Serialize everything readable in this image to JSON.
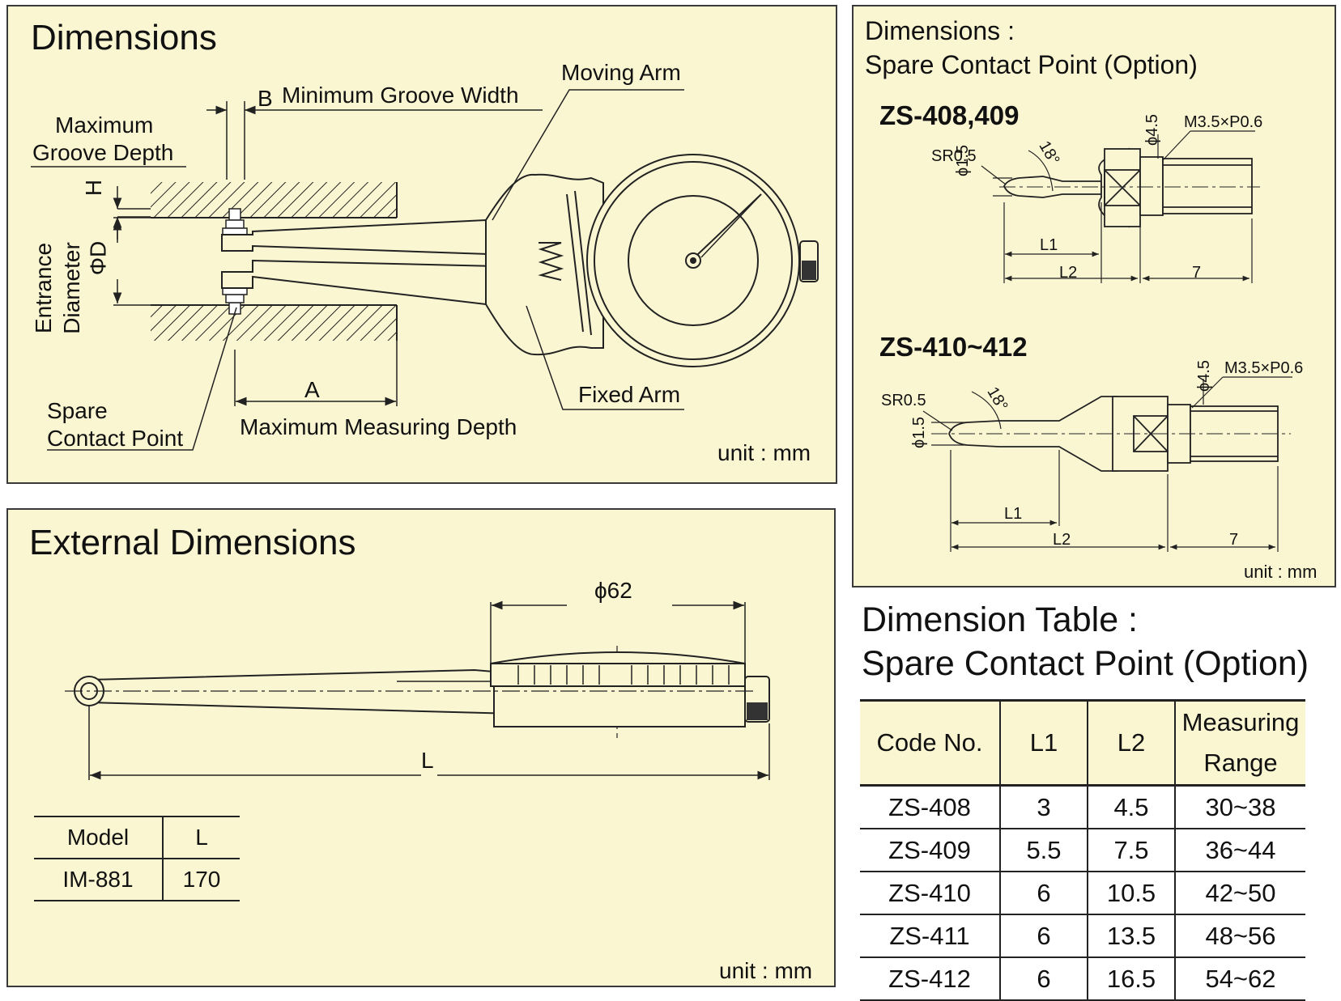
{
  "dimensions_panel": {
    "title": "Dimensions",
    "labels": {
      "min_groove_width_letter": "B",
      "min_groove_width": "Minimum Groove Width",
      "moving_arm": "Moving Arm",
      "max_groove_depth_line1": "Maximum",
      "max_groove_depth_line2": "Groove Depth",
      "h": "H",
      "phi_d": "ΦD",
      "entrance_line1": "Entrance",
      "entrance_line2": "Diameter",
      "a": "A",
      "max_measuring_depth": "Maximum Measuring Depth",
      "fixed_arm": "Fixed Arm",
      "spare_line1": "Spare",
      "spare_line2": "Contact Point"
    },
    "unit": "unit : mm"
  },
  "external_panel": {
    "title": "External Dimensions",
    "diameter_label": "ϕ62",
    "length_label": "L",
    "unit": "unit : mm",
    "model_table": {
      "headers": [
        "Model",
        "L"
      ],
      "rows": [
        [
          "IM-881",
          "170"
        ]
      ]
    }
  },
  "spare_panel": {
    "title_line1": "Dimensions :",
    "title_line2": "Spare Contact Point (Option)",
    "part1": {
      "name": "ZS-408,409",
      "sr": "SR0.5",
      "angle": "18°",
      "phi_tip": "ϕ1.5",
      "phi_body": "ϕ4.5",
      "thread": "M3.5×P0.6",
      "l1": "L1",
      "l2": "L2",
      "seven": "7"
    },
    "part2": {
      "name": "ZS-410~412",
      "sr": "SR0.5",
      "angle": "18°",
      "phi_tip": "ϕ1.5",
      "phi_body": "ϕ4.5",
      "thread": "M3.5×P0.6",
      "l1": "L1",
      "l2": "L2",
      "seven": "7"
    },
    "unit": "unit : mm"
  },
  "dimension_table": {
    "title_line1": "Dimension Table :",
    "title_line2": "Spare Contact Point (Option)",
    "headers": [
      "Code No.",
      "L1",
      "L2",
      "Measuring Range"
    ],
    "rows": [
      [
        "ZS-408",
        "3",
        "4.5",
        "30~38"
      ],
      [
        "ZS-409",
        "5.5",
        "7.5",
        "36~44"
      ],
      [
        "ZS-410",
        "6",
        "10.5",
        "42~50"
      ],
      [
        "ZS-411",
        "6",
        "13.5",
        "48~56"
      ],
      [
        "ZS-412",
        "6",
        "16.5",
        "54~62"
      ]
    ]
  }
}
